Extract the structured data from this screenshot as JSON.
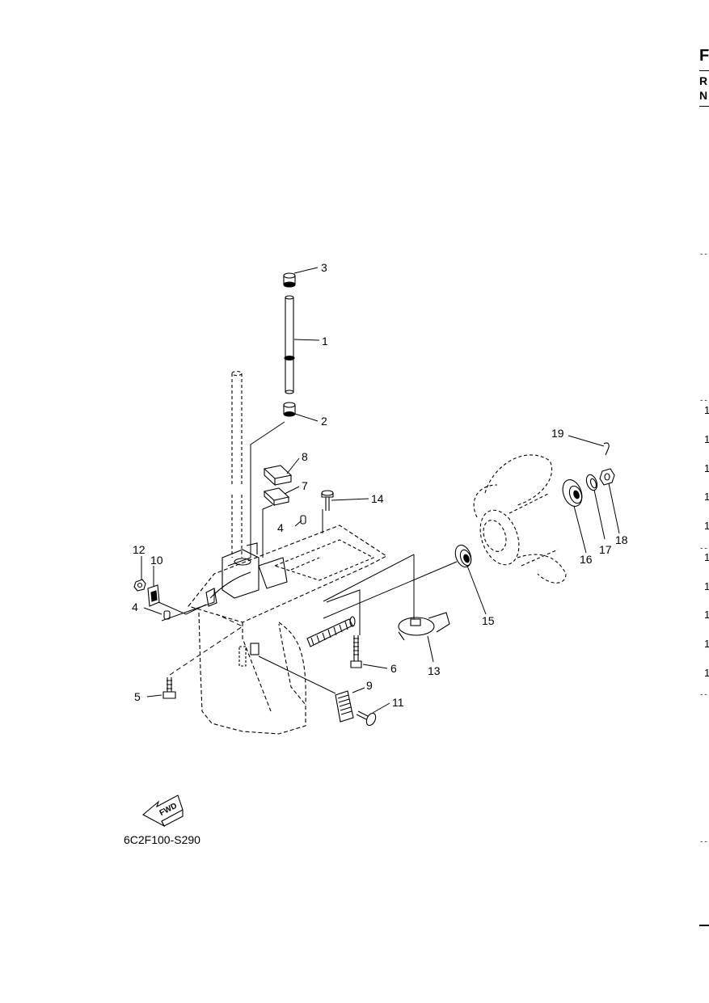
{
  "diagram_code": "6C2F100-S290",
  "fwd_label": "FWD",
  "edge_letters": [
    "F",
    "R",
    "N"
  ],
  "edge_numbers": [
    "1",
    "1",
    "1",
    "1",
    "1",
    "1",
    "1",
    "1",
    "1",
    "1"
  ],
  "callouts": {
    "p1": "1",
    "p2": "2",
    "p3": "3",
    "p4a": "4",
    "p4b": "4",
    "p5": "5",
    "p6": "6",
    "p7": "7",
    "p8": "8",
    "p9": "9",
    "p10": "10",
    "p11": "11",
    "p12": "12",
    "p13": "13",
    "p14": "14",
    "p15": "15",
    "p16": "16",
    "p17": "17",
    "p18": "18",
    "p19": "19"
  }
}
